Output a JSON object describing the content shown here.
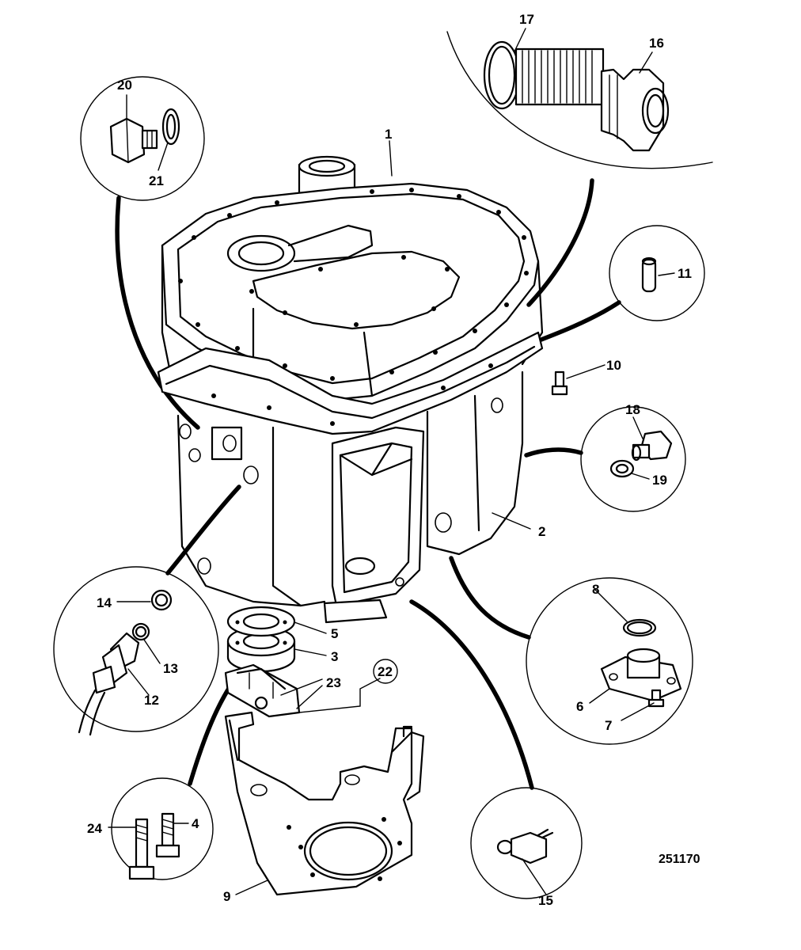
{
  "labels": [
    {
      "id": "1",
      "text": "1"
    },
    {
      "id": "2",
      "text": "2"
    },
    {
      "id": "3",
      "text": "3"
    },
    {
      "id": "4",
      "text": "4"
    },
    {
      "id": "5",
      "text": "5"
    },
    {
      "id": "6",
      "text": "6"
    },
    {
      "id": "7",
      "text": "7"
    },
    {
      "id": "8",
      "text": "8"
    },
    {
      "id": "9",
      "text": "9"
    },
    {
      "id": "10",
      "text": "10"
    },
    {
      "id": "11",
      "text": "11"
    },
    {
      "id": "12",
      "text": "12"
    },
    {
      "id": "13",
      "text": "13"
    },
    {
      "id": "14",
      "text": "14"
    },
    {
      "id": "15",
      "text": "15"
    },
    {
      "id": "16",
      "text": "16"
    },
    {
      "id": "17",
      "text": "17"
    },
    {
      "id": "18",
      "text": "18"
    },
    {
      "id": "19",
      "text": "19"
    },
    {
      "id": "20",
      "text": "20"
    },
    {
      "id": "21",
      "text": "21"
    },
    {
      "id": "22",
      "text": "22"
    },
    {
      "id": "23",
      "text": "23"
    },
    {
      "id": "24",
      "text": "24"
    }
  ],
  "figure_ref": "251170"
}
